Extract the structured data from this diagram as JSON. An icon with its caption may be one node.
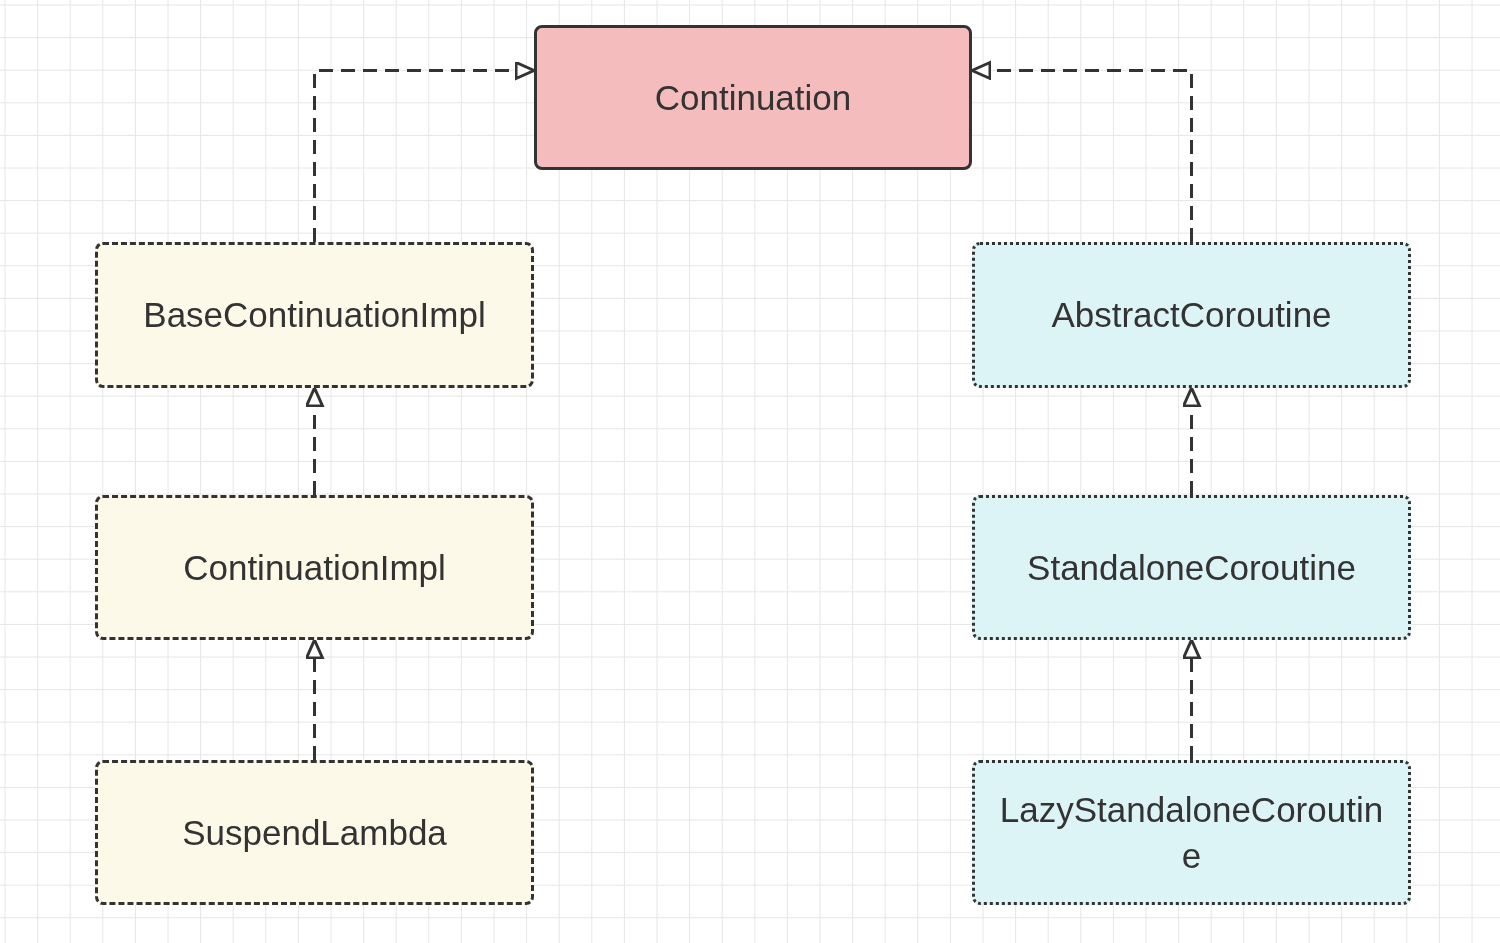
{
  "diagram": {
    "nodes": [
      {
        "text": [
          "Continuation"
        ]
      },
      {
        "text": [
          "BaseContinuationImpl"
        ]
      },
      {
        "text": [
          "ContinuationImpl"
        ]
      },
      {
        "text": [
          "SuspendLambda"
        ]
      },
      {
        "text": [
          "AbstractCoroutine"
        ]
      },
      {
        "text": [
          "StandaloneCoroutine"
        ]
      },
      {
        "text": [
          "LazyStandaloneCoroutine"
        ]
      }
    ],
    "edges": [
      {
        "from": 1,
        "to": 0,
        "arrow": "to",
        "style": "dashed"
      },
      {
        "from": 4,
        "to": 0,
        "arrow": "to",
        "style": "dashed"
      },
      {
        "from": 2,
        "to": 1,
        "arrow": "to",
        "style": "dashed"
      },
      {
        "from": 3,
        "to": 2,
        "arrow": "to",
        "style": "dashed"
      },
      {
        "from": 5,
        "to": 4,
        "arrow": "to",
        "style": "dashed"
      },
      {
        "from": 6,
        "to": 5,
        "arrow": "to",
        "style": "dashed"
      }
    ]
  }
}
